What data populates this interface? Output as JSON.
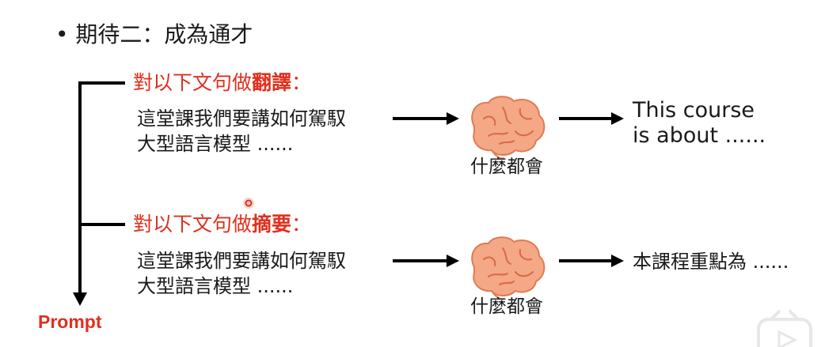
{
  "title": "• 期待二：成為通才",
  "task_translate": {
    "prefix": "對以下文句做",
    "keyword": "翻譯",
    "suffix": "："
  },
  "task_summary": {
    "prefix": "對以下文句做",
    "keyword": "摘要",
    "suffix": "："
  },
  "input_text": {
    "line1": "這堂課我們要講如何駕馭",
    "line2": "大型語言模型 ......"
  },
  "brain_label": "什麼都會",
  "output_translate": {
    "line1": "This course",
    "line2": "is about ......"
  },
  "output_summary": "本課程重點為 ......",
  "prompt_label": "Prompt",
  "colors": {
    "accent": "#e0301e",
    "brain_fill": "#f4a885",
    "brain_stroke": "#e07a55",
    "line": "#000000"
  },
  "icons": [
    "brain-icon",
    "arrow-right-icon",
    "arrow-down-icon",
    "cursor-dot-icon",
    "watermark-logo-icon"
  ]
}
